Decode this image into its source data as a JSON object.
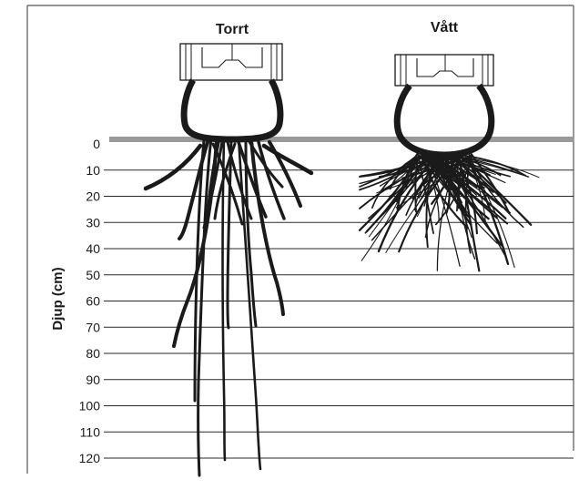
{
  "title_left": "Torrt",
  "title_right": "Vått",
  "y_axis_label": "Djup (cm)",
  "depth_ticks": [
    "0",
    "10",
    "20",
    "30",
    "40",
    "50",
    "60",
    "70",
    "80",
    "90",
    "100",
    "110",
    "120"
  ],
  "colors": {
    "ink": "#1a1a1a",
    "soil_surface": "#9a9a9a",
    "gridline": "#2a2a2a",
    "frame": "#555555"
  }
}
